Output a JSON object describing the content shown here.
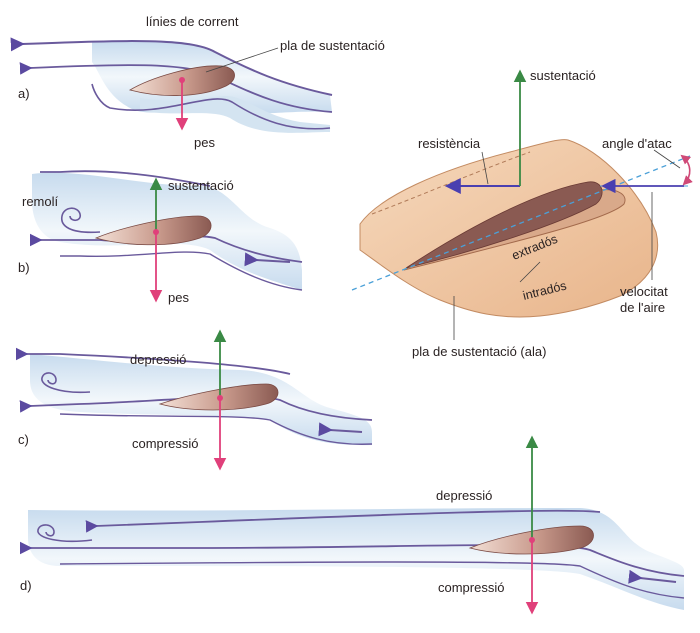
{
  "labels": {
    "streamlines": "línies de corrent",
    "airfoil": "pla de sustentació",
    "weight": "pes",
    "lift": "sustentació",
    "vortex": "remolí",
    "depression": "depressió",
    "compression": "compressió",
    "drag": "resistència",
    "angle_of_attack": "angle d'atac",
    "upper_surface": "extradós",
    "lower_surface": "intradós",
    "air_speed_line1": "velocitat",
    "air_speed_line2": "de l'aire",
    "wing": "pla de sustentació (ala)"
  },
  "panels": [
    "a)",
    "b)",
    "c)",
    "d)"
  ],
  "colors": {
    "stream_fill": "#dbe8f3",
    "stream_outline": "#6a5a9c",
    "arrow_purple": "#5b4aa0",
    "airfoil_dark": "#8a5a52",
    "airfoil_light": "#efd9cf",
    "weight_pink": "#e0407a",
    "lift_green": "#3a8a45",
    "wing_fill": "#f2cda8",
    "dashed_blue": "#4aa0d8",
    "angle_pink": "#d04a78"
  }
}
